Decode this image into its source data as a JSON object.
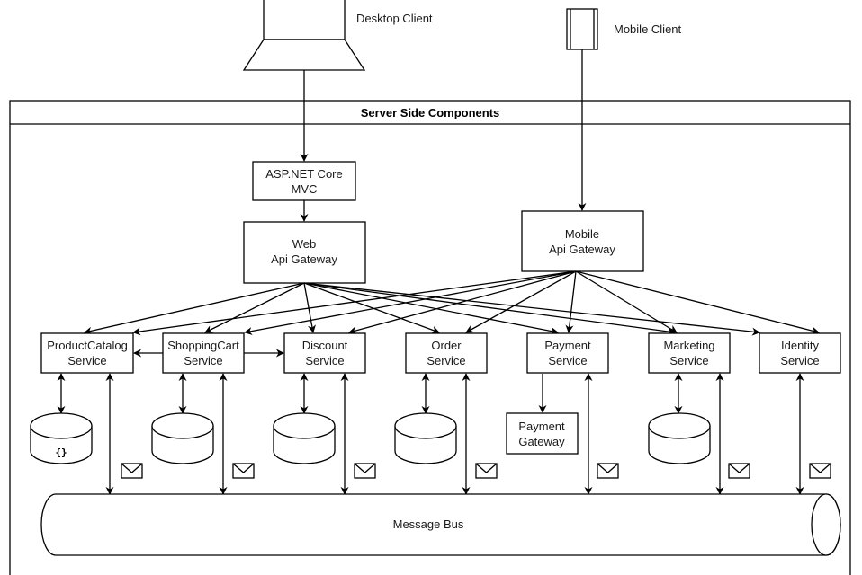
{
  "diagram": {
    "title": "Server Side Components",
    "clients": {
      "desktop": {
        "label": "Desktop Client",
        "icon": "desktop-computer-icon"
      },
      "mobile": {
        "label": "Mobile Client",
        "icon": "mobile-phone-icon"
      }
    },
    "frontend": {
      "line1": "ASP.NET Core",
      "line2": "MVC"
    },
    "gateways": {
      "web": {
        "line1": "Web",
        "line2": "Api Gateway"
      },
      "mobile": {
        "line1": "Mobile",
        "line2": "Api Gateway"
      }
    },
    "services": [
      {
        "id": "productcatalog",
        "line1": "ProductCatalog",
        "line2": "Service",
        "store": "database-json"
      },
      {
        "id": "shoppingcart",
        "line1": "ShoppingCart",
        "line2": "Service",
        "store": "database"
      },
      {
        "id": "discount",
        "line1": "Discount",
        "line2": "Service",
        "store": "database"
      },
      {
        "id": "order",
        "line1": "Order",
        "line2": "Service",
        "store": "database"
      },
      {
        "id": "payment",
        "line1": "Payment",
        "line2": "Service",
        "store": "payment-gateway"
      },
      {
        "id": "marketing",
        "line1": "Marketing",
        "line2": "Service",
        "store": "database"
      },
      {
        "id": "identity",
        "line1": "Identity",
        "line2": "Service",
        "store": "none"
      }
    ],
    "payment_gateway": {
      "line1": "Payment",
      "line2": "Gateway"
    },
    "json_db_glyph": "{}",
    "message_bus": {
      "label": "Message Bus"
    },
    "connections": {
      "web_gateway_targets": [
        "productcatalog",
        "shoppingcart",
        "discount",
        "order",
        "payment",
        "marketing",
        "identity"
      ],
      "mobile_gateway_targets": [
        "productcatalog",
        "shoppingcart",
        "discount",
        "order",
        "payment",
        "marketing",
        "identity"
      ],
      "service_to_service": [
        {
          "from": "shoppingcart",
          "to": "productcatalog"
        },
        {
          "from": "shoppingcart",
          "to": "discount"
        }
      ]
    }
  }
}
